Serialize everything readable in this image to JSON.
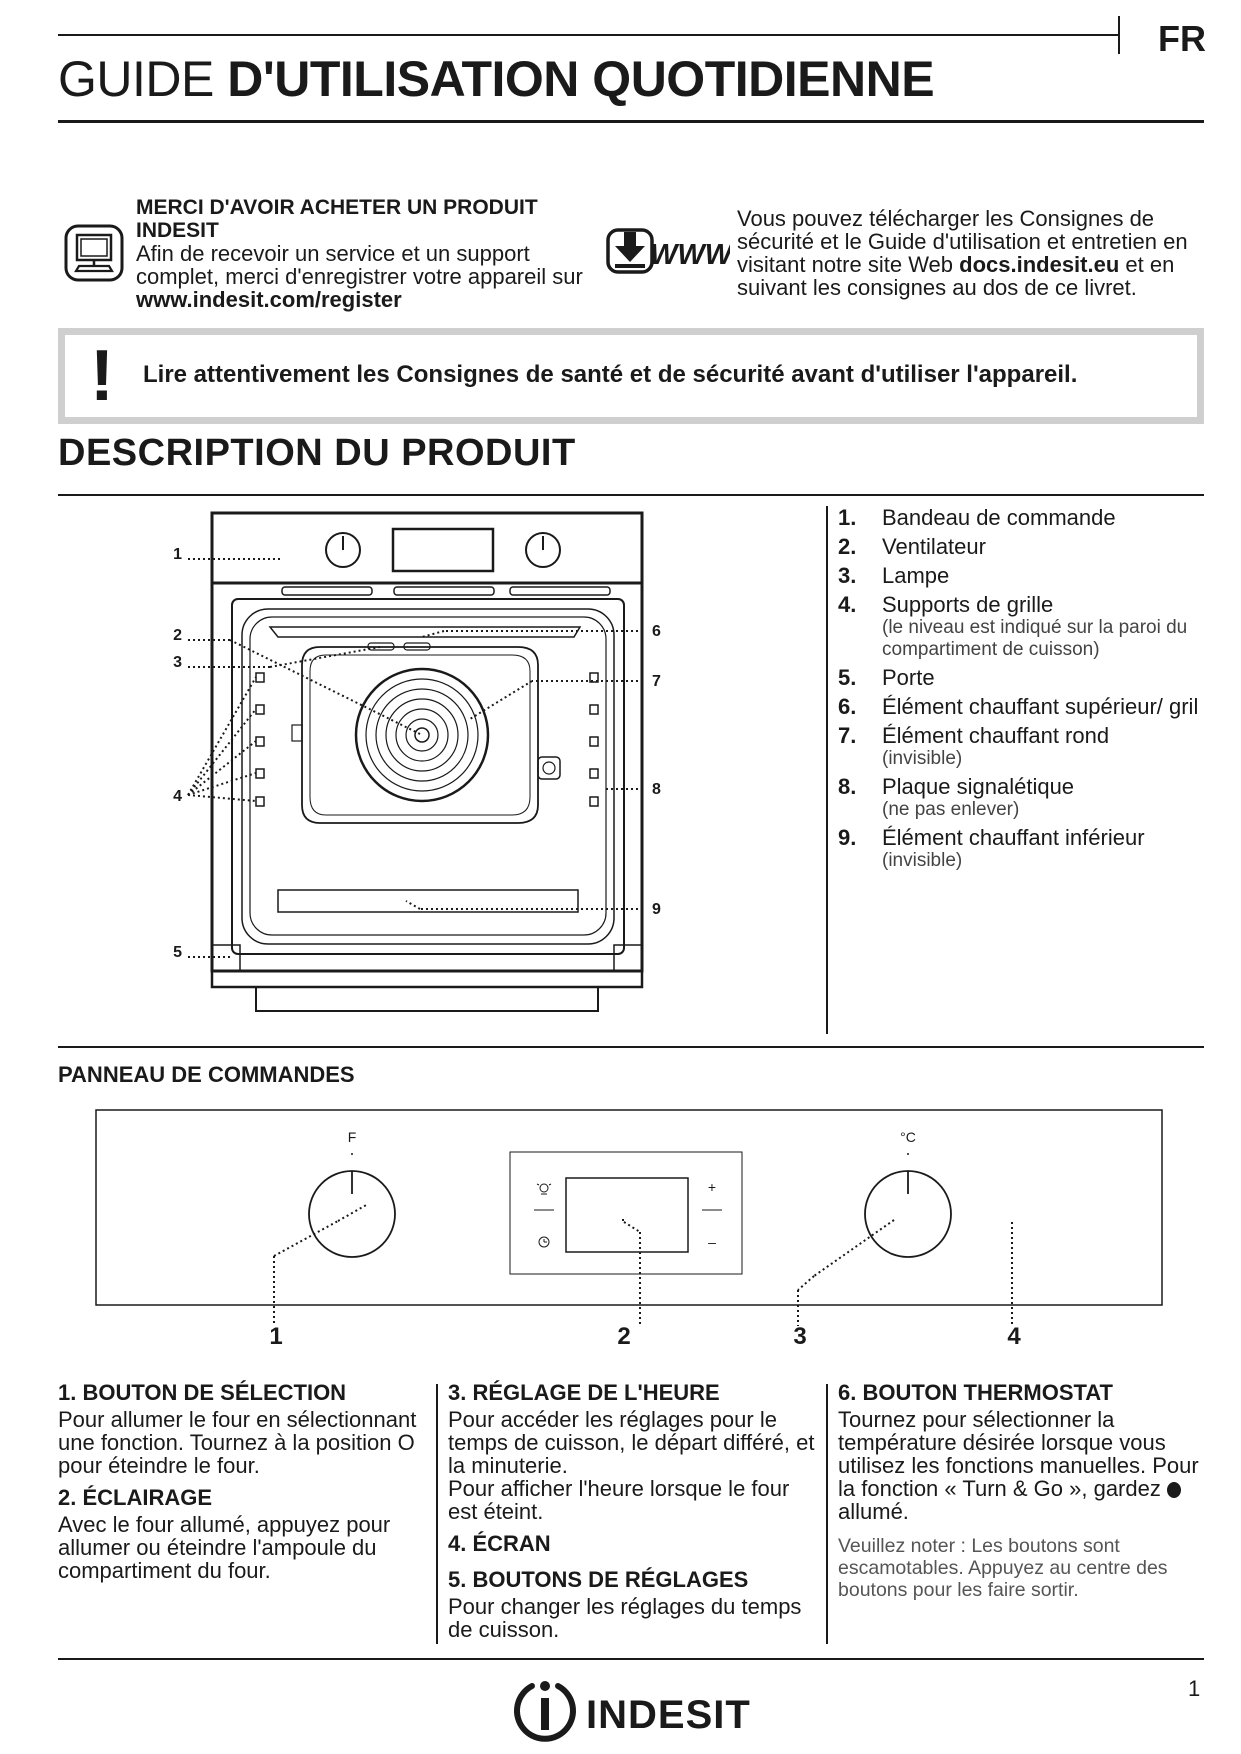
{
  "header": {
    "lang": "FR",
    "title_light": "GUIDE ",
    "title_bold": "D'UTILISATION QUOTIDIENNE"
  },
  "register": {
    "title": "MERCI D'AVOIR ACHETER UN PRODUIT INDESIT",
    "text": "Afin de recevoir un service et un support complet, merci d'enregistrer votre appareil sur ",
    "url": "www.indesit.com/register",
    "icon": "computer-monitor-icon"
  },
  "web": {
    "icon_label": "WWW",
    "icon": "download-icon",
    "text_before": "Vous pouvez télécharger les Consignes de sécurité et le Guide d'utilisation et entretien en visitant notre site Web ",
    "url": "docs.indesit.eu",
    "text_after": " et en suivant les consignes au dos de ce livret."
  },
  "warning": {
    "mark": "!",
    "text": "Lire attentivement les Consignes de santé et de sécurité avant d'utiliser l'appareil."
  },
  "description": {
    "title": "DESCRIPTION DU PRODUIT",
    "diagram_labels": [
      "1",
      "2",
      "3",
      "4",
      "5",
      "6",
      "7",
      "8",
      "9"
    ],
    "parts": [
      {
        "num": "1.",
        "label": "Bandeau de commande",
        "note": ""
      },
      {
        "num": "2.",
        "label": "Ventilateur",
        "note": ""
      },
      {
        "num": "3.",
        "label": "Lampe",
        "note": ""
      },
      {
        "num": "4.",
        "label": "Supports de grille",
        "note": "(le niveau est indiqué sur la paroi du compartiment de cuisson)"
      },
      {
        "num": "5.",
        "label": "Porte",
        "note": ""
      },
      {
        "num": "6.",
        "label": "Élément chauffant supérieur/ gril",
        "note": ""
      },
      {
        "num": "7.",
        "label": "Élément chauffant rond",
        "note": "(invisible)"
      },
      {
        "num": "8.",
        "label": "Plaque signalétique",
        "note": "(ne pas enlever)"
      },
      {
        "num": "9.",
        "label": "Élément chauffant inférieur",
        "note": "(invisible)"
      }
    ]
  },
  "panel": {
    "title": "PANNEAU DE COMMANDES",
    "knob_left_label": "F",
    "knob_right_label": "°C",
    "plus": "+",
    "minus": "–",
    "callouts": [
      "1",
      "2",
      "3",
      "4"
    ]
  },
  "sections": {
    "s1_title": "1. BOUTON DE SÉLECTION",
    "s1_text": "Pour allumer le four en sélectionnant une fonction. Tournez à la position O pour éteindre le four.",
    "s2_title": "2. ÉCLAIRAGE",
    "s2_text": "Avec le four allumé, appuyez pour allumer ou éteindre l'ampoule du compartiment du four.",
    "s3_title": "3. RÉGLAGE DE L'HEURE",
    "s3_text1": "Pour accéder les réglages pour le temps de cuisson, le départ différé, et la minuterie.",
    "s3_text2": "Pour afficher l'heure lorsque le four est éteint.",
    "s4_title": "4. ÉCRAN",
    "s5_title": "5. BOUTONS DE RÉGLAGES",
    "s5_text": "Pour changer les réglages du temps de cuisson.",
    "s6_title": "6. BOUTON THERMOSTAT",
    "s6_text_before": "Tournez pour sélectionner la température désirée lorsque vous utilisez les fonctions manuelles. Pour la fonction « Turn & Go », gardez ",
    "s6_text_after": " allumé.",
    "s6_note": "Veuillez noter : Les boutons sont escamotables. Appuyez au centre des boutons pour les faire sortir."
  },
  "footer": {
    "brand": "INDESIT",
    "page": "1"
  }
}
